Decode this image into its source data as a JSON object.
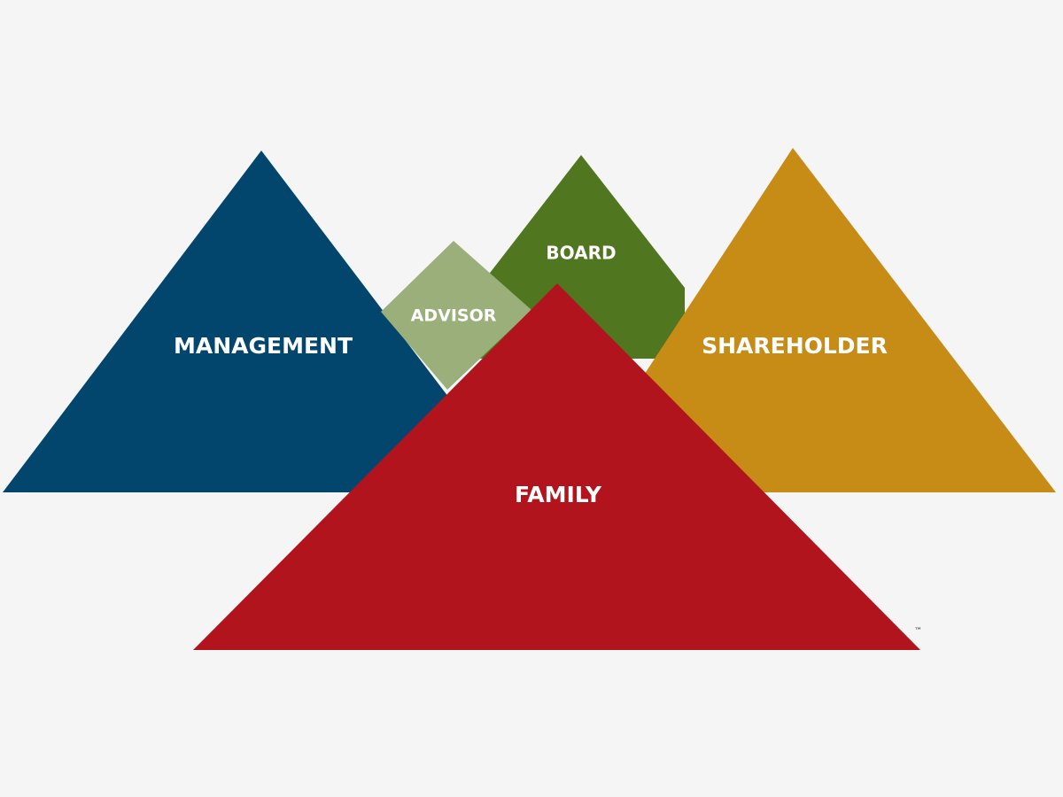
{
  "diagram": {
    "background": "#f5f5f5",
    "triangles": {
      "management": {
        "label": "MANAGEMENT",
        "color": "#02466d"
      },
      "advisor": {
        "label": "ADVISOR",
        "color": "#9aaf7a"
      },
      "board": {
        "label": "BOARD",
        "color": "#507620"
      },
      "shareholder": {
        "label": "SHAREHOLDER",
        "color": "#c68c16"
      },
      "family": {
        "label": "FAMILY",
        "color": "#b2141e"
      }
    },
    "trademark": "™"
  }
}
